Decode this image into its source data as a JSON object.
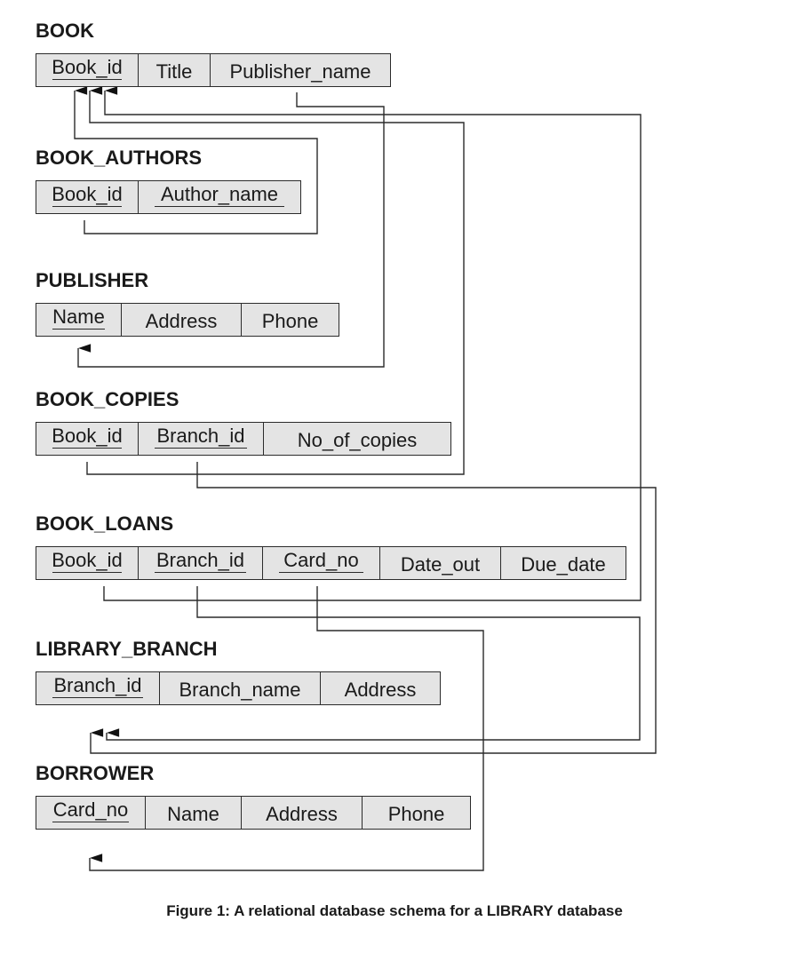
{
  "tables": [
    {
      "name": "BOOK",
      "attributes": [
        {
          "label": "Book_id",
          "key": true
        },
        {
          "label": "Title",
          "key": false
        },
        {
          "label": "Publisher_name",
          "key": false
        }
      ]
    },
    {
      "name": "BOOK_AUTHORS",
      "attributes": [
        {
          "label": "Book_id",
          "key": true
        },
        {
          "label": "Author_name",
          "key": true
        }
      ]
    },
    {
      "name": "PUBLISHER",
      "attributes": [
        {
          "label": "Name",
          "key": true
        },
        {
          "label": "Address",
          "key": false
        },
        {
          "label": "Phone",
          "key": false
        }
      ]
    },
    {
      "name": "BOOK_COPIES",
      "attributes": [
        {
          "label": "Book_id",
          "key": true
        },
        {
          "label": "Branch_id",
          "key": true
        },
        {
          "label": "No_of_copies",
          "key": false
        }
      ]
    },
    {
      "name": "BOOK_LOANS",
      "attributes": [
        {
          "label": "Book_id",
          "key": true
        },
        {
          "label": "Branch_id",
          "key": true
        },
        {
          "label": "Card_no",
          "key": true
        },
        {
          "label": "Date_out",
          "key": false
        },
        {
          "label": "Due_date",
          "key": false
        }
      ]
    },
    {
      "name": "LIBRARY_BRANCH",
      "attributes": [
        {
          "label": "Branch_id",
          "key": true
        },
        {
          "label": "Branch_name",
          "key": false
        },
        {
          "label": "Address",
          "key": false
        }
      ]
    },
    {
      "name": "BORROWER",
      "attributes": [
        {
          "label": "Card_no",
          "key": true
        },
        {
          "label": "Name",
          "key": false
        },
        {
          "label": "Address",
          "key": false
        },
        {
          "label": "Phone",
          "key": false
        }
      ]
    }
  ],
  "foreign_keys": [
    {
      "from": "BOOK_AUTHORS.Book_id",
      "to": "BOOK.Book_id"
    },
    {
      "from": "BOOK.Publisher_name",
      "to": "PUBLISHER.Name"
    },
    {
      "from": "BOOK_COPIES.Book_id",
      "to": "BOOK.Book_id"
    },
    {
      "from": "BOOK_COPIES.Branch_id",
      "to": "LIBRARY_BRANCH.Branch_id"
    },
    {
      "from": "BOOK_LOANS.Book_id",
      "to": "BOOK.Book_id"
    },
    {
      "from": "BOOK_LOANS.Branch_id",
      "to": "LIBRARY_BRANCH.Branch_id"
    },
    {
      "from": "BOOK_LOANS.Card_no",
      "to": "BORROWER.Card_no"
    }
  ],
  "colors": {
    "cell_fill": "#e4e4e4",
    "line": "#2b2b2b",
    "text": "#1a1a1a"
  },
  "caption": "Figure 1: A relational database schema for a LIBRARY database"
}
